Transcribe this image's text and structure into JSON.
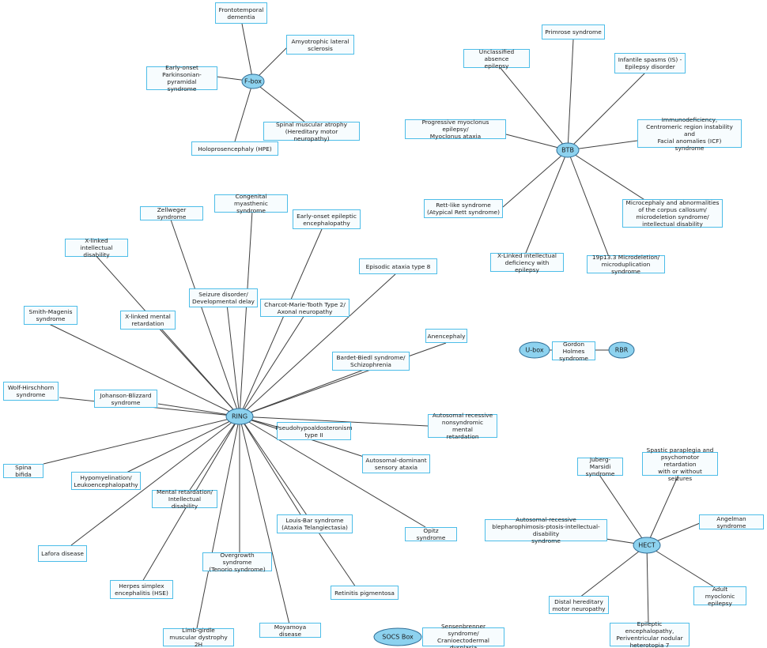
{
  "hubs": {
    "fbox": "F-box",
    "btb": "BTB",
    "ring": "RING",
    "ubox": "U-box",
    "rbr": "RBR",
    "hect": "HECT",
    "socs": "SOCS Box"
  },
  "fbox_diseases": {
    "frontotemporal": "Frontotemporal\ndementia",
    "als": "Amyotrophic lateral\nsclerosis",
    "parkinsonian": "Early-onset\nParkinsonian-pyramidal\nsyndrome",
    "sma": "Spinal muscular atrophy\n(Hereditary motor neuropathy)",
    "hpe": "Holoprosencephaly (HPE)"
  },
  "btb_diseases": {
    "primrose": "Primrose syndrome",
    "absence": "Unclassified absence\nepilepsy",
    "infantile": "Infantile spasms (IS) -\nEpilepsy disorder",
    "myoclonus": "Progressive myoclonus epilepsy/\nMyoclonus ataxia",
    "icf": "Immunodeficiency,\nCentromeric region instability and\nFacial anomalies (ICF)\nsyndrome",
    "rett": "Rett-like syndrome\n(Atypical Rett syndrome)",
    "microcephaly": "Microcephaly and abnormalities\nof the corpus callosum/\nmicrodeletion syndrome/\nintellectual disability",
    "xlinked_epilepsy": "X-Linked intellectual\ndeficiency with epilepsy",
    "microdeletion": "19p13.3 Microdeletion/\nmicroduplication syndrome"
  },
  "ubox_disease": "Gordon Holmes\nsyndrome",
  "ring_diseases": {
    "myasthenic": "Congenital myasthenic\nsyndrome",
    "zellweger": "Zellweger syndrome",
    "early_epileptic": "Early-onset epileptic\nencephalopathy",
    "xlinked_id": "X-linked intellectual\ndisability",
    "episodic": "Episodic ataxia type 8",
    "seizure": "Seizure disorder/\nDevelopmental delay",
    "cmt": "Charcot-Marie-Tooth Type 2/\nAxonal neuropathy",
    "smith": "Smith-Magenis\nsyndrome",
    "xlinked_mr": "X-linked mental\nretardation",
    "anencephaly": "Anencephaly",
    "bardet": "Bardet-Biedl syndrome/\nSchizophrenia",
    "wolf": "Wolf-Hirschhorn\nsyndrome",
    "johanson": "Johanson-Blizzard\nsyndrome",
    "autosomal_rec": "Autosomal recessive\nnonsyndromic mental\nretardation",
    "pseudo": "Pseudohypoaldosteronism\ntype II",
    "spina": "Spina bifida",
    "hypomyelination": "Hypomyelination/\nLeukoencephalopathy",
    "autosomal_dom": "Autosomal-dominant\nsensory ataxia",
    "mental_ret": "Mental retardation/\nIntellectual disability",
    "louis_bar": "Louis-Bar syndrome\n(Ataxia Telangiectasia)",
    "opitz": "Opitz syndrome",
    "lafora": "Lafora disease",
    "overgrowth": "Overgrowth syndrome\n(Tenorio syndrome)",
    "herpes": "Herpes simplex\nencephalitis (HSE)",
    "retinitis": "Retinitis pigmentosa",
    "limb_girdle": "Limb-girdle\nmuscular dystrophy 2H",
    "moyamoya": "Moyamoya disease"
  },
  "hect_diseases": {
    "juberg": "Juberg-Marsidi\nsyndrome",
    "spastic": "Spastic paraplegia and\npsychomotor retardation\nwith or without seizures",
    "blepharo": "Autosomal-recessive\nblepharophimosis-ptosis-intellectual-disability\nsyndrome",
    "angelman": "Angelman syndrome",
    "distal": "Distal hereditary\nmotor neuropathy",
    "adult_myoclonic": "Adult myoclonic\nepilepsy",
    "epileptic_enc": "Epileptic encephalopathy,\nPeriventricular nodular\nheterotopia 7"
  },
  "socs_disease": "Sensenbrenner syndrome/\nCranioectodermal dysplasia"
}
